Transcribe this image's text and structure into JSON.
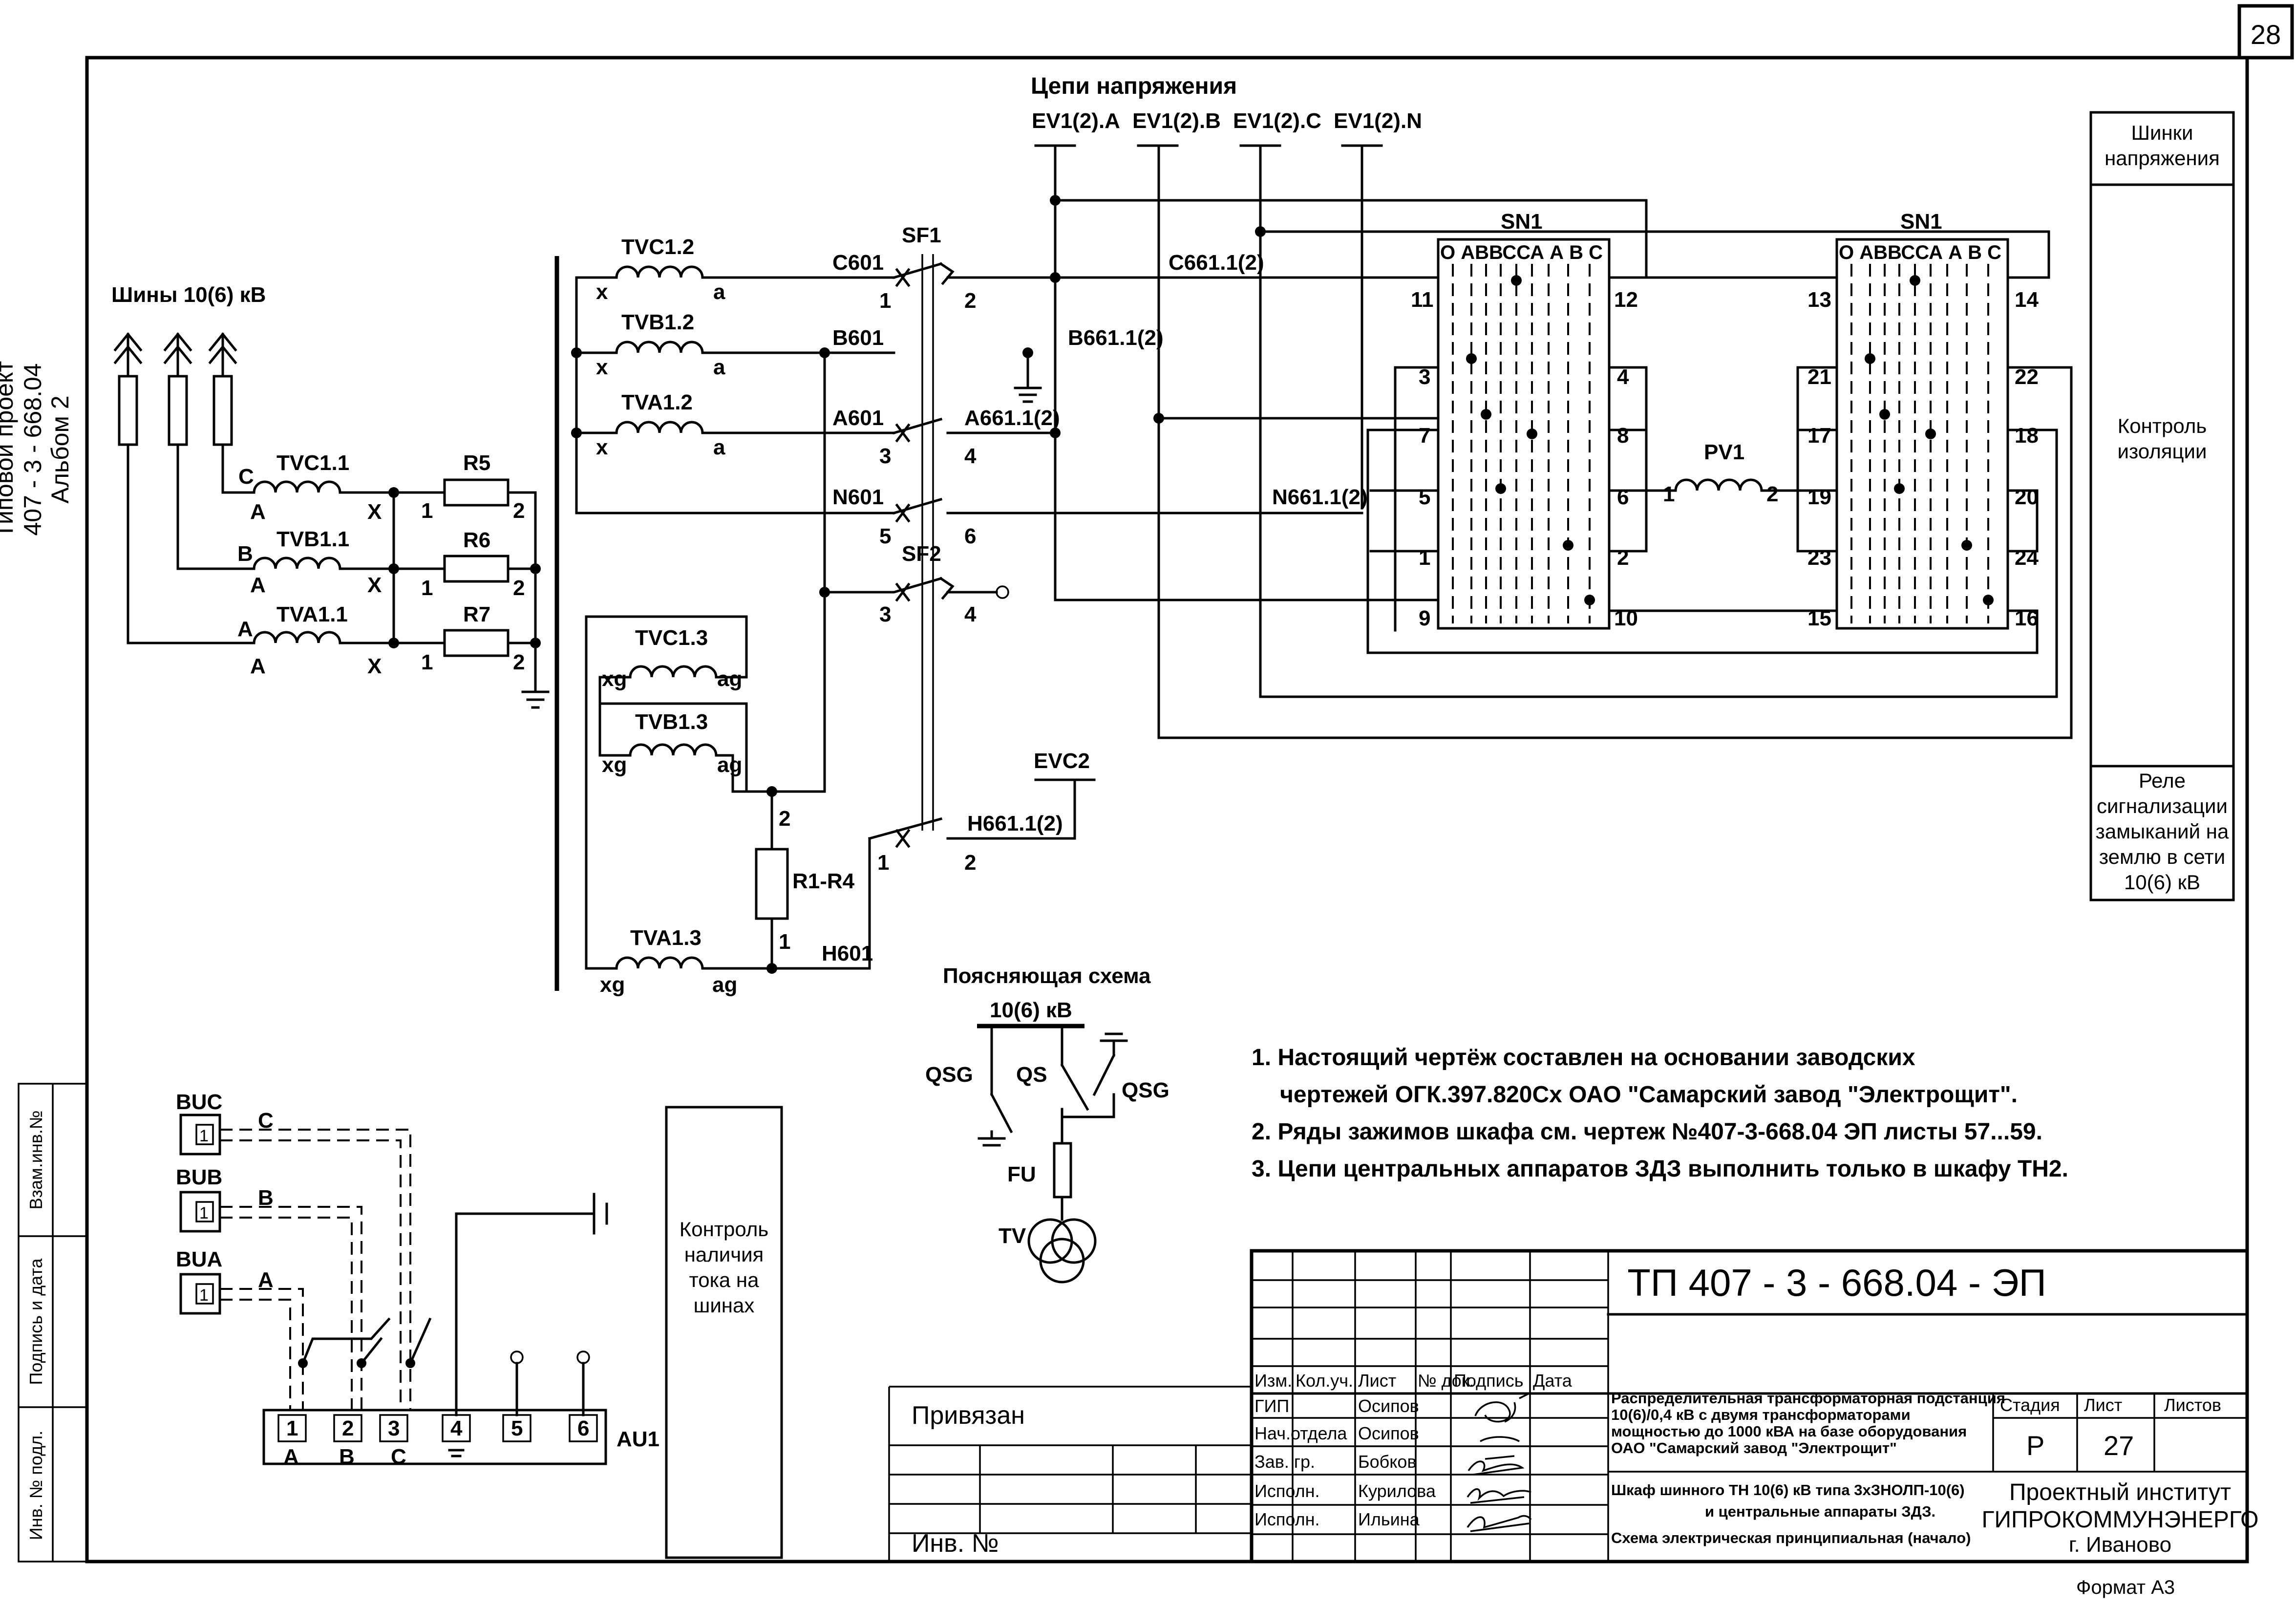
{
  "sheet": {
    "page_number": "28",
    "side_stamp": {
      "line1": "Типовой проект",
      "line2": "407 - 3 - 668.04",
      "line3": "Альбом 2"
    },
    "left_strip": {
      "inv_podl": "Инв. № подл.",
      "podpis_data": "Подпись и дата",
      "vzam_inv": "Взам.инв.№"
    },
    "format": "Формат А3"
  },
  "diagram": {
    "voltage_header": "Цепи напряжения",
    "voltage_buses": [
      "EV1(2).A",
      "EV1(2).B",
      "EV1(2).C",
      "EV1(2).N"
    ],
    "buses_label": "Шины 10(6) кВ",
    "transformers_primary": [
      {
        "name": "TVC1.1",
        "phase": "C",
        "start": "A",
        "end": "X"
      },
      {
        "name": "TVB1.1",
        "phase": "B",
        "start": "A",
        "end": "X"
      },
      {
        "name": "TVA1.1",
        "phase": "A",
        "start": "A",
        "end": "X"
      }
    ],
    "resistors": [
      "R5",
      "R6",
      "R7"
    ],
    "resistor_pins": {
      "left": "1",
      "right": "2"
    },
    "secondary_windings": [
      {
        "name": "TVC1.2",
        "start": "x",
        "end": "a"
      },
      {
        "name": "TVB1.2",
        "start": "x",
        "end": "a"
      },
      {
        "name": "TVA1.2",
        "start": "x",
        "end": "a"
      }
    ],
    "delta_windings": [
      {
        "name": "TVC1.3",
        "start": "xg",
        "end": "ag"
      },
      {
        "name": "TVB1.3",
        "start": "xg",
        "end": "ag"
      },
      {
        "name": "TVA1.3",
        "start": "xg",
        "end": "ag"
      }
    ],
    "circuits": [
      "C601",
      "B601",
      "A601",
      "N601",
      "H601"
    ],
    "outgoing": [
      "C661.1(2)",
      "B661.1(2)",
      "A661.1(2)",
      "N661.1(2)",
      "H661.1(2)"
    ],
    "breakers": {
      "sf1": "SF1",
      "sf2": "SF2",
      "sf1_pins": [
        "1",
        "2",
        "3",
        "4",
        "5",
        "6"
      ],
      "sf2_pins": [
        "3",
        "4"
      ],
      "lower_pins": [
        "1",
        "2"
      ]
    },
    "r14": {
      "name": "R1-R4",
      "pin_top": "2",
      "pin_bottom": "1"
    },
    "evc2": "EVC2",
    "switches": [
      {
        "name": "SN1",
        "header": "О АВВССА А  В  С",
        "left_pins": [
          "11",
          "3",
          "7",
          "5",
          "1",
          "9"
        ],
        "right_pins": [
          "12",
          "4",
          "8",
          "6",
          "2",
          "10"
        ]
      },
      {
        "name": "SN1",
        "header": "О АВВССА А  В  С",
        "left_pins": [
          "13",
          "21",
          "17",
          "19",
          "23",
          "15"
        ],
        "right_pins": [
          "14",
          "22",
          "18",
          "20",
          "24",
          "16"
        ]
      }
    ],
    "voltmeter": {
      "name": "PV1",
      "pin_left": "1",
      "pin_right": "2"
    },
    "right_panel": {
      "shinki": "Шинки напряжения",
      "kontrol": "Контроль изоляции",
      "rele": "Реле сигнализации замыканий на землю в сети 10(6) кВ"
    },
    "explanatory": {
      "title": "Поясняющая схема",
      "bus": "10(6) кВ",
      "qsg_left": "QSG",
      "qs": "QS",
      "qsg_right": "QSG",
      "fu": "FU",
      "tv": "TV"
    },
    "current_sensors": [
      {
        "name": "BUC",
        "pin": "1",
        "phase": "C"
      },
      {
        "name": "BUB",
        "pin": "1",
        "phase": "B"
      },
      {
        "name": "BUA",
        "pin": "1",
        "phase": "A"
      }
    ],
    "au1": {
      "name": "AU1",
      "terminals": [
        "1",
        "2",
        "3",
        "4",
        "5",
        "6"
      ],
      "phases": [
        "A",
        "B",
        "C"
      ]
    },
    "current_control": "Контроль наличия тока на шинах"
  },
  "notes": [
    "1. Настоящий чертёж составлен на основании заводских",
    "чертежей ОГК.397.820Сх ОАО \"Самарский завод \"Электрощит\".",
    "2.  Ряды зажимов шкафа см. чертеж №407-3-668.04 ЭП листы 57...59.",
    "3.  Цепи центральных аппаратов ЗДЗ выполнить только в шкафу ТН2."
  ],
  "title_block": {
    "doc_code": "ТП  407 - 3 - 668.04 - ЭП",
    "privyazan": "Привязан",
    "inv_no": "Инв. №",
    "columns": [
      "Изм.",
      "Кол.уч.",
      "Лист",
      "№ док.",
      "Подпись",
      "Дата"
    ],
    "roles": [
      {
        "role": "ГИП",
        "name": "Осипов"
      },
      {
        "role": "Нач.отдела",
        "name": "Осипов"
      },
      {
        "role": "Зав. гр.",
        "name": "Бобков"
      },
      {
        "role": "Исполн.",
        "name": "Курилова"
      },
      {
        "role": "Исполн.",
        "name": "Ильина"
      }
    ],
    "object_lines": [
      "Распределительная трансформаторная подстанция",
      "10(6)/0,4 кВ с двумя трансформаторами",
      "мощностью до 1000 кВА на базе оборудования",
      "ОАО \"Самарский завод \"Электрощит\""
    ],
    "sheet_title_lines": [
      "Шкаф шинного ТН  10(6) кВ  типа 3хЗНОЛП-10(6)",
      "и центральные аппараты ЗДЗ.",
      "Схема электрическая принципиальная (начало)"
    ],
    "stage_label": "Стадия",
    "sheet_label": "Лист",
    "sheets_label": "Листов",
    "stage": "Р",
    "sheet": "27",
    "sheets": "",
    "org_lines": [
      "Проектный институт",
      "ГИПРОКОММУНЭНЕРГО",
      "г. Иваново"
    ]
  }
}
